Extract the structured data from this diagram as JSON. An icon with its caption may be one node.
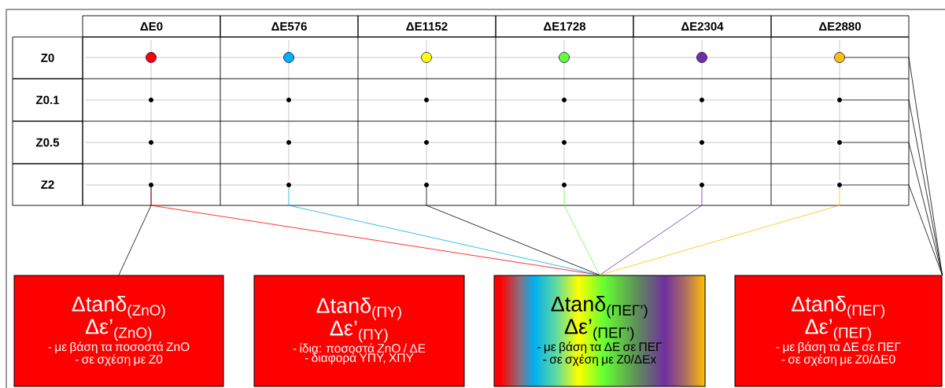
{
  "diagram": {
    "nodes": [
      {
        "text": [
          "ΔE0"
        ]
      },
      {
        "text": [
          "ΔE576"
        ]
      },
      {
        "text": [
          "ΔE1152"
        ]
      },
      {
        "text": [
          "ΔE1728"
        ]
      },
      {
        "text": [
          "ΔE2304"
        ]
      },
      {
        "text": [
          "ΔE2880"
        ]
      },
      {
        "text": [
          "Z0"
        ]
      },
      {
        "text": [],
        "shape": "circle"
      },
      {
        "text": [],
        "shape": "circle"
      },
      {
        "text": [],
        "shape": "circle"
      },
      {
        "text": [],
        "shape": "circle"
      },
      {
        "text": [],
        "shape": "circle"
      },
      {
        "text": [],
        "shape": "circle"
      },
      {
        "text": [
          "Z0.1"
        ]
      },
      {
        "text": [],
        "shape": "circle"
      },
      {
        "text": [],
        "shape": "circle"
      },
      {
        "text": [],
        "shape": "circle"
      },
      {
        "text": [],
        "shape": "circle"
      },
      {
        "text": [],
        "shape": "circle"
      },
      {
        "text": [],
        "shape": "circle"
      },
      {
        "text": [
          "Z0.5"
        ]
      },
      {
        "text": [],
        "shape": "circle"
      },
      {
        "text": [],
        "shape": "circle"
      },
      {
        "text": [],
        "shape": "circle"
      },
      {
        "text": [],
        "shape": "circle"
      },
      {
        "text": [],
        "shape": "circle"
      },
      {
        "text": [],
        "shape": "circle"
      },
      {
        "text": [
          "Z2"
        ]
      },
      {
        "text": [],
        "shape": "circle"
      },
      {
        "text": [],
        "shape": "circle"
      },
      {
        "text": [],
        "shape": "circle"
      },
      {
        "text": [],
        "shape": "circle"
      },
      {
        "text": [],
        "shape": "circle"
      },
      {
        "text": [],
        "shape": "circle"
      },
      {
        "text": [
          "Δtanδ$_{(ZnO)}$",
          "Δε’$_{(ZnO)}$",
          "- με βάση τα ποσοστά ZnO",
          "- σε σχέση με Z0"
        ]
      },
      {
        "text": [
          "Δtanδ$_{(ΠΥ)}$",
          "Δε’$_{(ΠΥ)}$",
          "- ίδια: ποσοστά ZnO / ΔΕ",
          "- διαφορά ΥΠΥ, ΧΠΥ"
        ]
      },
      {
        "text": [
          "Δtanδ$_{(ΠΕΓ’)}$",
          "Δε’$_{(ΠΕΓ’)}$",
          "- με βάση τα ΔΕ σε ΠΕΓ",
          "- σε σχέση με Z0/ΔEx"
        ]
      },
      {
        "text": [
          "Δtanδ$_{(ΠΕΓ)}$",
          "Δε’$_{(ΠΕΓ)}$",
          "- με βάση τα ΔΕ σε ΠΕΓ",
          "- σε σχέση με Z0/ΔΕ0"
        ]
      }
    ],
    "edges": [
      {
        "from": 28,
        "to": 34,
        "arrow": "none"
      },
      {
        "from": 28,
        "to": 36,
        "arrow": "none",
        "color": "#ff0000"
      },
      {
        "from": 29,
        "to": 36,
        "arrow": "none",
        "color": "#00b0f0"
      },
      {
        "from": 30,
        "to": 36,
        "arrow": "none"
      },
      {
        "from": 31,
        "to": 36,
        "arrow": "none",
        "color": "#66ff33"
      },
      {
        "from": 32,
        "to": 36,
        "arrow": "none",
        "color": "#7030a0"
      },
      {
        "from": 33,
        "to": 36,
        "arrow": "none",
        "color": "#ffc000"
      },
      {
        "from": 12,
        "to": 37,
        "arrow": "none"
      },
      {
        "from": 19,
        "to": 37,
        "arrow": "none"
      },
      {
        "from": 26,
        "to": 37,
        "arrow": "none"
      },
      {
        "from": 33,
        "to": 37,
        "arrow": "none"
      }
    ]
  }
}
